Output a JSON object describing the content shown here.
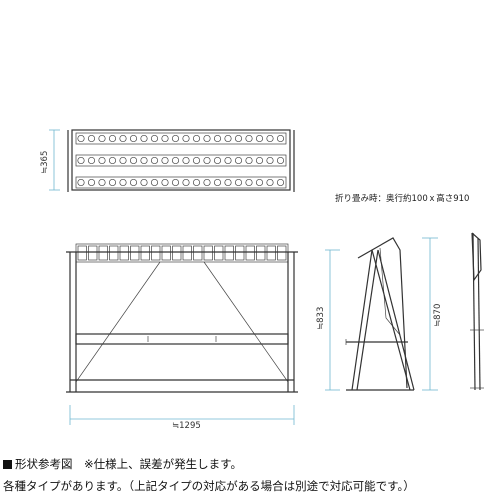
{
  "dimensions": {
    "top_depth": "≒365",
    "front_width": "≒1295",
    "side_height": "≒833",
    "folded_height": "≒870"
  },
  "folding_note": "折り畳み時：奥行約100ｘ高さ910",
  "caption": {
    "line1_title": "形状参考図",
    "line1_note": "※仕様上、誤差が発生します。",
    "line2": "各種タイプがあります。（上記タイプの対応がある場合は別途で対応可能です。）"
  }
}
